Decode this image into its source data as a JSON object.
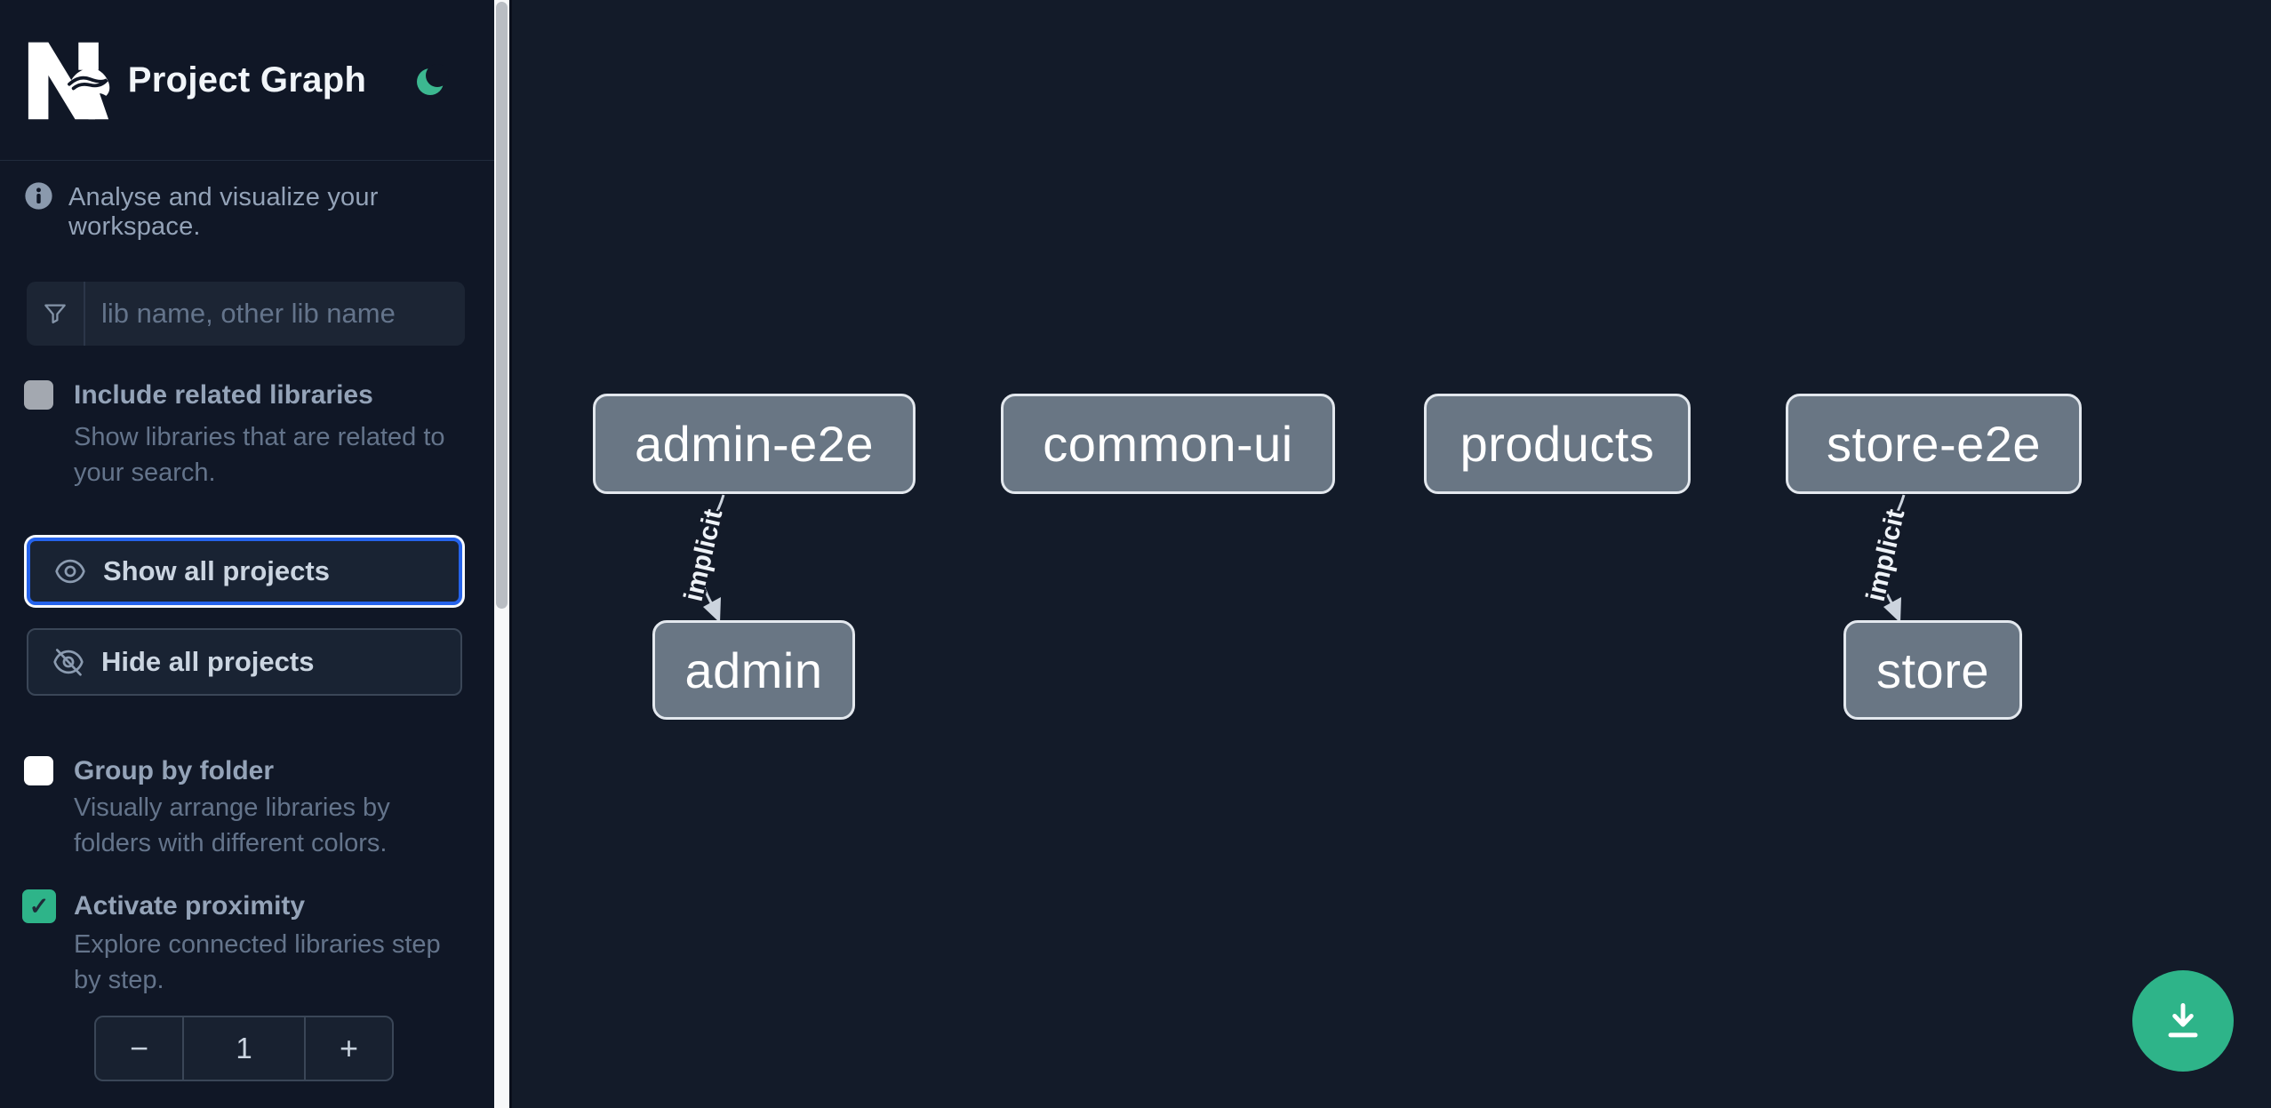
{
  "app": {
    "title": "Project Graph"
  },
  "sidebar": {
    "tagline": "Analyse and visualize your workspace.",
    "search_placeholder": "lib name, other lib name",
    "include_related": {
      "label": "Include related libraries",
      "description": "Show libraries that are related to your search.",
      "checked": false
    },
    "show_all_label": "Show all projects",
    "hide_all_label": "Hide all projects",
    "group_by_folder": {
      "label": "Group by folder",
      "description": "Visually arrange libraries by folders with different colors.",
      "checked": false
    },
    "activate_proximity": {
      "label": "Activate proximity",
      "description": "Explore connected libraries step by step.",
      "checked": true,
      "check_glyph": "✓"
    },
    "stepper": {
      "decrement": "−",
      "value": "1",
      "increment": "+"
    }
  },
  "graph": {
    "nodes": [
      {
        "id": "admin-e2e",
        "label": "admin-e2e"
      },
      {
        "id": "common-ui",
        "label": "common-ui"
      },
      {
        "id": "products",
        "label": "products"
      },
      {
        "id": "store-e2e",
        "label": "store-e2e"
      },
      {
        "id": "admin",
        "label": "admin"
      },
      {
        "id": "store",
        "label": "store"
      }
    ],
    "edges": [
      {
        "source": "admin-e2e",
        "target": "admin",
        "label": "implicit",
        "type": "implicit"
      },
      {
        "source": "store-e2e",
        "target": "store",
        "label": "implicit",
        "type": "implicit"
      }
    ]
  },
  "fab": {
    "action": "download-graph-image"
  },
  "colors": {
    "brand_green": "#2eb489",
    "focus_blue": "#2563eb",
    "node_fill": "#697684",
    "node_border": "#e3e8ee",
    "sidebar_bg": "#101726",
    "canvas_bg": "#131b29",
    "label_gray": "#94a3b8",
    "desc_gray": "#64748b"
  }
}
